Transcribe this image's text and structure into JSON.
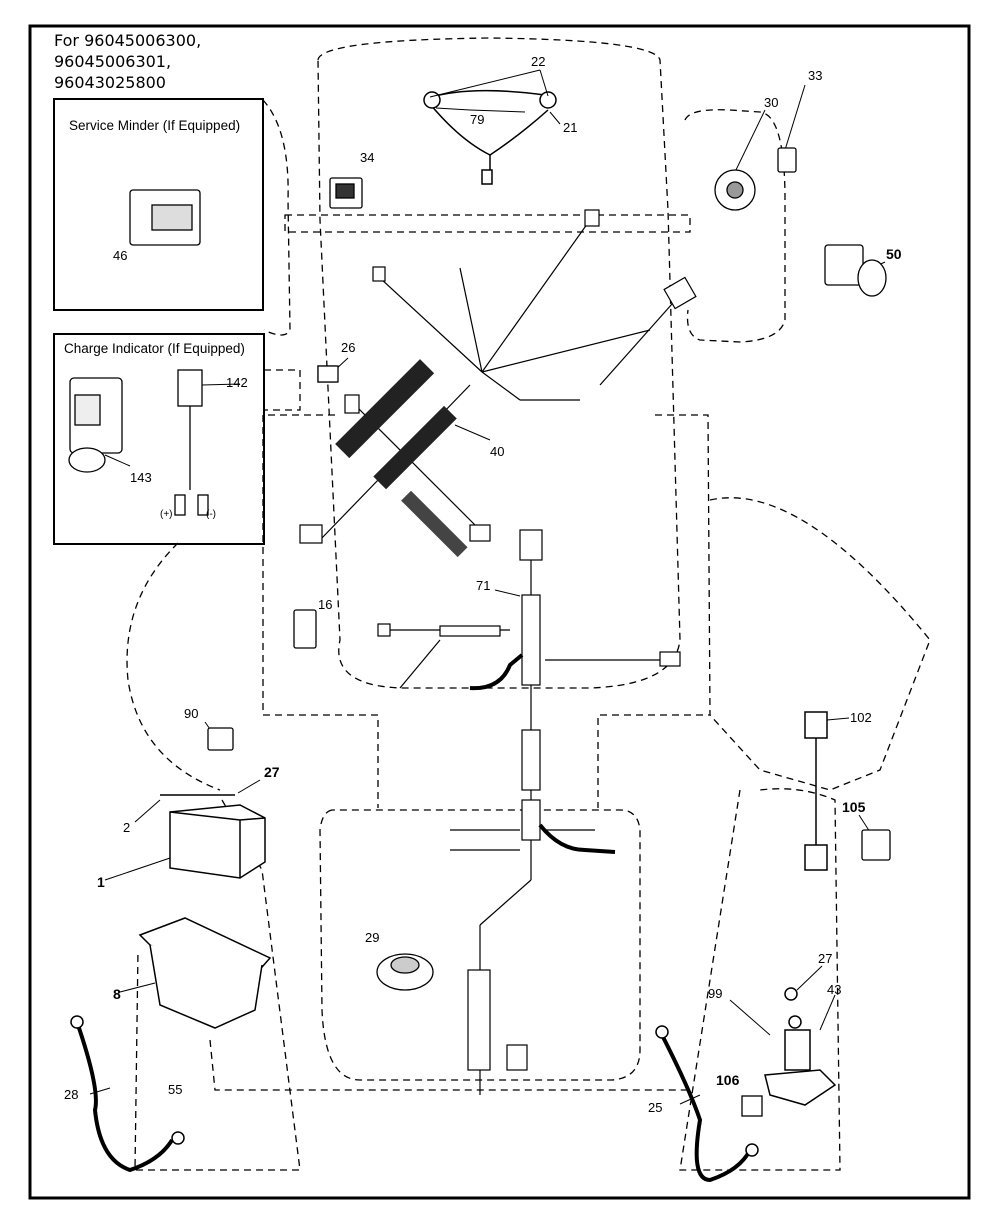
{
  "header": {
    "line1": "For 96045006300,",
    "line2": "96045006301,",
    "line3": "96043025800"
  },
  "boxes": {
    "service_minder": "Service Minder (If Equipped)",
    "charge_indicator": "Charge Indicator (If Equipped)"
  },
  "polarity": {
    "pos": "(+)",
    "neg": "(-)"
  },
  "callouts": {
    "p22": "22",
    "p79": "79",
    "p21": "21",
    "p34": "34",
    "p30": "30",
    "p33": "33",
    "p50": "50",
    "p46": "46",
    "p26": "26",
    "p142": "142",
    "p143": "143",
    "p40": "40",
    "p71": "71",
    "p16": "16",
    "p90": "90",
    "p27a": "27",
    "p2": "2",
    "p1": "1",
    "p102": "102",
    "p105": "105",
    "p29": "29",
    "p8": "8",
    "p27b": "27",
    "p43": "43",
    "p99": "99",
    "p106": "106",
    "p28": "28",
    "p55": "55",
    "p25": "25"
  }
}
